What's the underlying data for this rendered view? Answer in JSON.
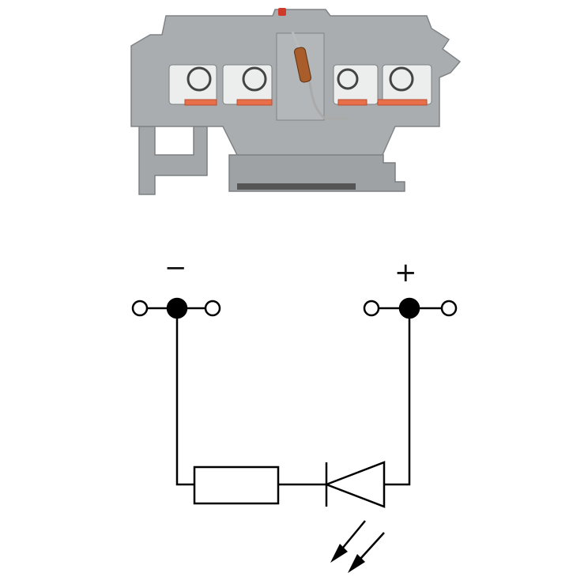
{
  "product_illustration": {
    "description_icon": "terminal-block-with-led-photo",
    "housing_color": "#a9adaf",
    "clamp_color": "#e86f4a",
    "led_color": "#d03a2a"
  },
  "schematic": {
    "negative_terminal": {
      "sign": "−"
    },
    "positive_terminal": {
      "sign": "+"
    },
    "line_color": "#000000",
    "resistor_icon": "resistor-symbol",
    "led_icon": "light-emitting-diode-symbol"
  }
}
